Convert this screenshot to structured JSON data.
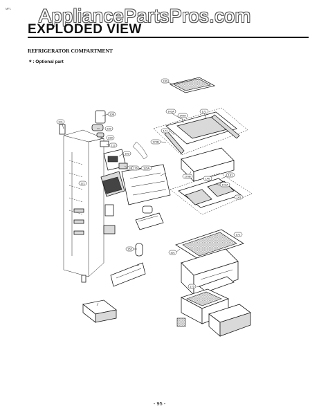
{
  "header": {
    "model_code": "MFL",
    "watermark": "AppliancePartsPros.com",
    "title": "EXPLODED VIEW",
    "section": "REFRIGERATOR COMPARTMENT",
    "note_star": "*",
    "note_text": " : Optional part"
  },
  "callouts": {
    "c_t": "130",
    "c_u": "141A",
    "c_v": "171",
    "c_w": "140A",
    "c_x": "171",
    "c_y": "170B",
    "c_a": "101",
    "c_b": "108",
    "c_c": "230",
    "c_d": "230",
    "c_e": "212",
    "c_f": "103",
    "c_g": "182",
    "c_h": "121",
    "c_i": "176",
    "c_j": "115A",
    "c_k": "170B",
    "c_l": "140",
    "c_m": "141A",
    "c_n": "141",
    "c_o": "161",
    "c_p": "151",
    "c_q": "171",
    "c_r": "152",
    "c_s": "175"
  },
  "footer": {
    "page_number": "- 95 -"
  }
}
